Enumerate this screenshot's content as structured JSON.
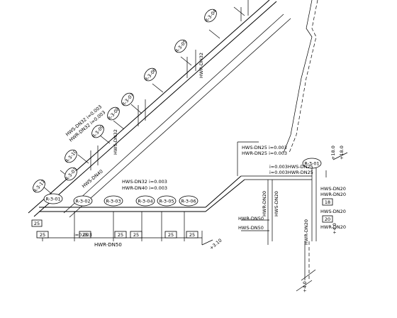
{
  "risers_diag": [
    "R-3-11",
    "R-3-10",
    "R-3-09",
    "R-3-08",
    "R-3-07",
    "R-3-06",
    "R-3-05",
    "R-3-04",
    "R-3-03"
  ],
  "risers_horiz": [
    "R-3-01",
    "R-3-02",
    "R-3-03",
    "R-3-04",
    "R-3-05",
    "R-3-06"
  ],
  "riser_right": "R-3-01",
  "labels": {
    "hws_dn32_003": "HWS-DN32 i=0.003",
    "hwr_dn32_003": "HWR-DN32 i=0.003",
    "hwr_dn32": "HWR-DN32",
    "hws_dn40": "HWS-DN40",
    "hws_dn32_b": "HWS-DN32",
    "hwr_dn50": "HWR-DN50",
    "hws_dn32_h": "HWS-DN32 i=0.003",
    "hwr_dn40_h": "HWR-DN40 i=0.003",
    "hws_dn25_r": "HWS-DN25 i=0.003",
    "hwr_dn25_r": "HWR-DN25 i=0.003",
    "hws_dn25_s": "i=0.003HWS-DN25",
    "hwr_dn25_s": "i=0.003HWR-DN25",
    "hwr_dn20_v": "HWR-DN20",
    "hws_dn20_v": "HWS-DN20",
    "hwr_dn50_r": "HWR-DN50",
    "hws_dn50_r": "HWS-DN50",
    "hws_dn20_r1": "HWS-DN20",
    "hwr_dn20_r1": "HWR-DN20",
    "hws_dn20_r2": "HWS-DN20",
    "hwr_dn20_r2": "HWR-DN20",
    "hwr_dn20_r3": "HWR-DN20",
    "i_003": "i=0.003",
    "elev_a": "+18.0",
    "elev_b": "+18.0",
    "elev_c": "+3.10",
    "elev_d": "+4.0",
    "elev_e": "+4.0"
  },
  "sizes": {
    "s25": "25",
    "s18": "18",
    "s20": "20"
  }
}
